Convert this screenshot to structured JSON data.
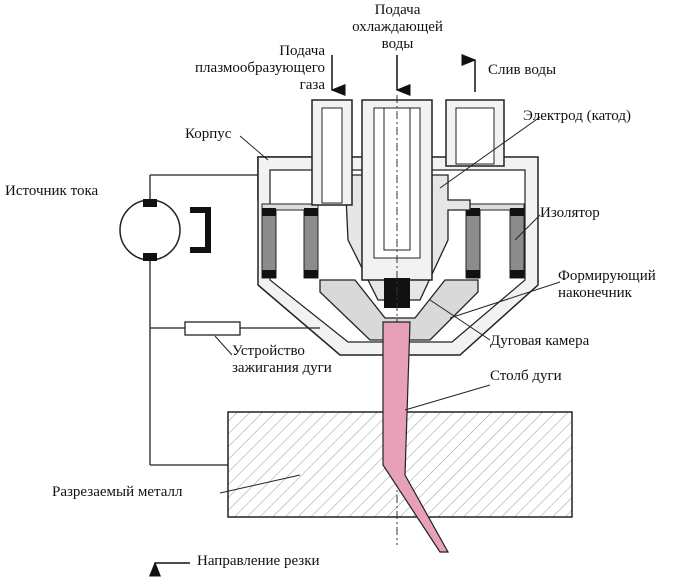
{
  "labels": {
    "coolant_supply": [
      "Подача",
      "охлаждающей",
      "воды"
    ],
    "gas_supply": [
      "Подача",
      "плазмообразующего",
      "газа"
    ],
    "water_drain": "Слив воды",
    "electrode": "Электрод (катод)",
    "body": "Корпус",
    "power_source": "Источник тока",
    "insulator": "Изолятор",
    "forming_tip": [
      "Формирующий",
      "наконечник"
    ],
    "arc_chamber": "Дуговая камера",
    "ignition_device": [
      "Устройство",
      "зажигания дуги"
    ],
    "arc_column": "Столб дуги",
    "workpiece": "Разрезаемый металл",
    "cut_direction": "Направление резки"
  },
  "colors": {
    "line": "#222222",
    "body_fill": "#f2f2f2",
    "insulator_fill": "#8c8c8c",
    "arc_fill": "#e8a0b8",
    "hatch": "#9a9a9a"
  }
}
